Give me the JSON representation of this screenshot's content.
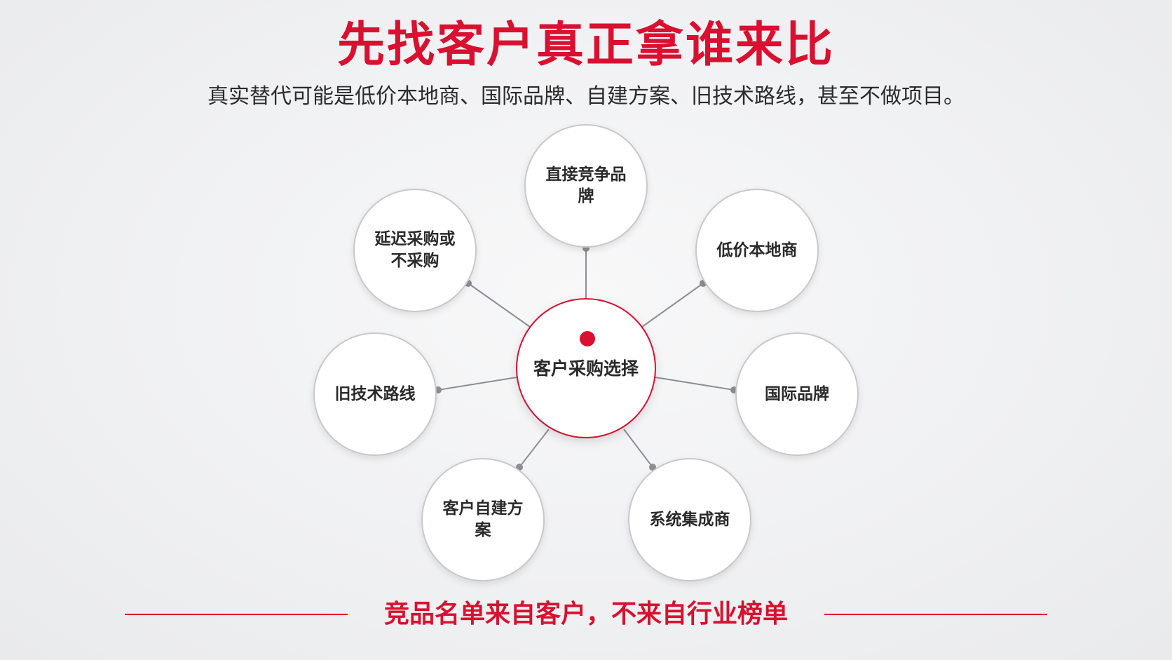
{
  "header": {
    "title": "先找客户真正拿谁来比",
    "subtitle": "真实替代可能是低价本地商、国际品牌、自建方案、旧技术路线，甚至不做项目。"
  },
  "diagram": {
    "center": {
      "label": "客户采购选择"
    },
    "nodes": [
      {
        "id": "direct-competitor",
        "label": "直接竞争品牌"
      },
      {
        "id": "low-price-local",
        "label": "低价本地商"
      },
      {
        "id": "international-brand",
        "label": "国际品牌"
      },
      {
        "id": "system-integrator",
        "label": "系统集成商"
      },
      {
        "id": "customer-self-build",
        "label": "客户自建方案"
      },
      {
        "id": "legacy-tech",
        "label": "旧技术路线"
      },
      {
        "id": "delay-purchase",
        "label": "延迟采购或\n不采购"
      }
    ]
  },
  "footer": {
    "text": "竞品名单来自客户，不来自行业榜单"
  },
  "colors": {
    "accent": "#d9102f",
    "connector": "#8c8f94",
    "node_border": "#c9c9cc"
  }
}
